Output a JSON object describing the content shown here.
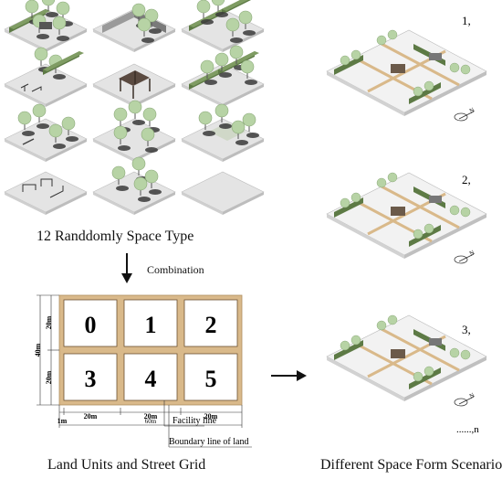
{
  "space_types_caption": "12 Randdomly Space Type",
  "combination_label": "Combination",
  "grid_caption": "Land Units and Street Grid",
  "scenarios_caption": "Different Space Form Scenarios",
  "grid": {
    "units": [
      "0",
      "1",
      "2",
      "3",
      "4",
      "5"
    ],
    "row_heights": [
      "20m",
      "20m"
    ],
    "total_height": "40m",
    "column_widths": [
      "20m",
      "20m",
      "20m"
    ],
    "total_width": "60m",
    "street_width": "1m",
    "facility_line": "Facility line",
    "boundary_line": "Boundary line of land"
  },
  "scenarios": [
    "1,",
    "2,",
    "3,",
    "......,n"
  ],
  "compass": "N",
  "colors": {
    "frame": "#d9b98a",
    "tree_canopy": "#b7d3a5",
    "hedge": "#5d7a45",
    "paving": "#e2e2e2",
    "shadow": "#3a3a3a"
  }
}
